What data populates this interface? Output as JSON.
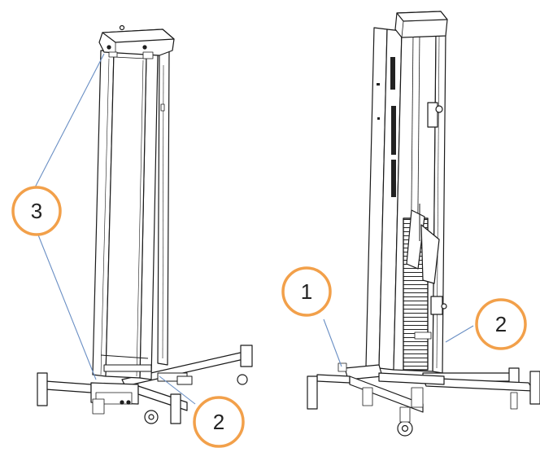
{
  "figure": {
    "callouts": [
      {
        "id": "callout-3",
        "label": "3"
      },
      {
        "id": "callout-2-left",
        "label": "2"
      },
      {
        "id": "callout-1",
        "label": "1"
      },
      {
        "id": "callout-2-right",
        "label": "2"
      }
    ],
    "callout_color": "#f2a04a",
    "leader_color": "#6a8fc4",
    "line_color": "#1a1a1a"
  }
}
